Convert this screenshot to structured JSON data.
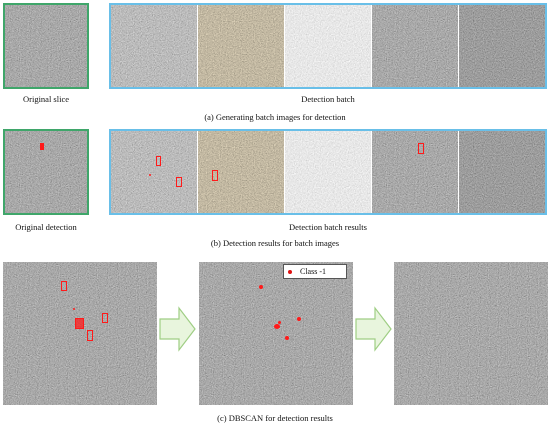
{
  "row_a": {
    "left_caption": "Original slice",
    "right_caption": "Detection batch",
    "row_caption": "(a) Generating batch images for detection"
  },
  "row_b": {
    "left_caption": "Original detection",
    "right_caption": "Detection batch results",
    "row_caption": "(b) Detection results for batch images"
  },
  "row_c": {
    "legend_label": "Class -1",
    "row_caption": "(c) DBSCAN for detection results"
  },
  "colors": {
    "frame_original": "#3fa66a",
    "frame_batch": "#69bfe8",
    "detection": "#ff1a1a",
    "arrow_fill": "#e8f5dd",
    "arrow_stroke": "#9fce84"
  }
}
